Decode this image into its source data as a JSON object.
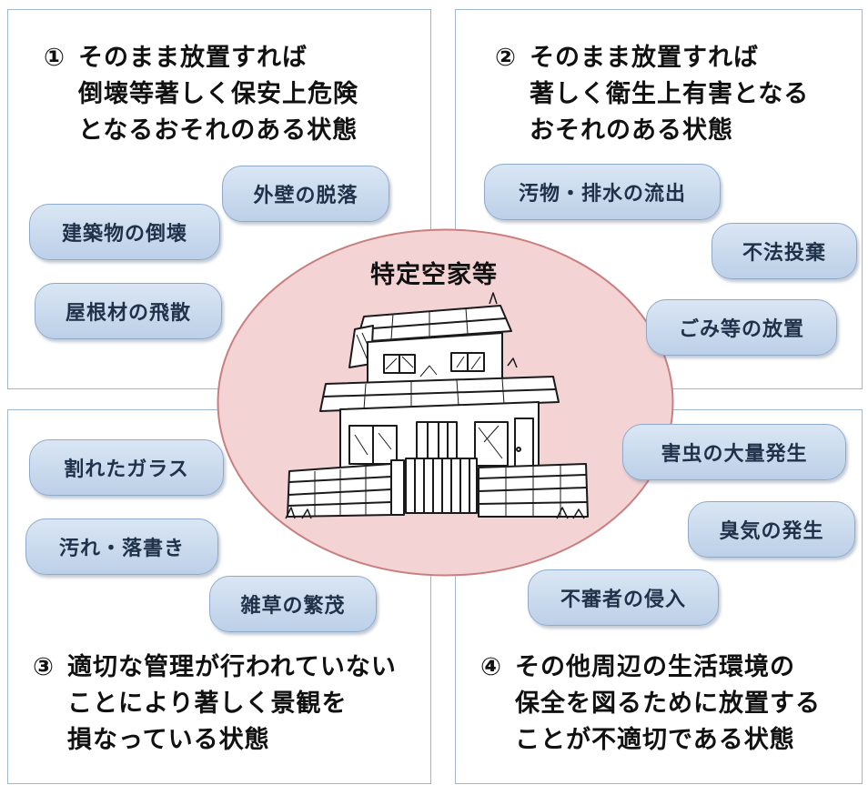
{
  "center": {
    "title": "特定空家等"
  },
  "quadrants": [
    {
      "number": "①",
      "lines": [
        "そのまま放置すれば",
        "倒壊等著しく保安上危険",
        "となるおそれのある状態"
      ],
      "tags": [
        "外壁の脱落",
        "建築物の倒壊",
        "屋根材の飛散"
      ]
    },
    {
      "number": "②",
      "lines": [
        "そのまま放置すれば",
        "著しく衛生上有害となる",
        "おそれのある状態"
      ],
      "tags": [
        "汚物・排水の流出",
        "不法投棄",
        "ごみ等の放置"
      ]
    },
    {
      "number": "③",
      "lines": [
        "適切な管理が行われていない",
        "ことにより著しく景観を",
        "損なっている状態"
      ],
      "tags": [
        "割れたガラス",
        "汚れ・落書き",
        "雑草の繁茂"
      ]
    },
    {
      "number": "④",
      "lines": [
        "その他周辺の生活環境の",
        "保全を図るために放置する",
        "ことが不適切である状態"
      ],
      "tags": [
        "害虫の大量発生",
        "臭気の発生",
        "不審者の侵入"
      ]
    }
  ],
  "colors": {
    "oval_fill": "#f3d3d3",
    "oval_stroke": "#c97f7f",
    "tag_fill": "#c9d9ee",
    "panel_border": "#9fb6cf"
  }
}
